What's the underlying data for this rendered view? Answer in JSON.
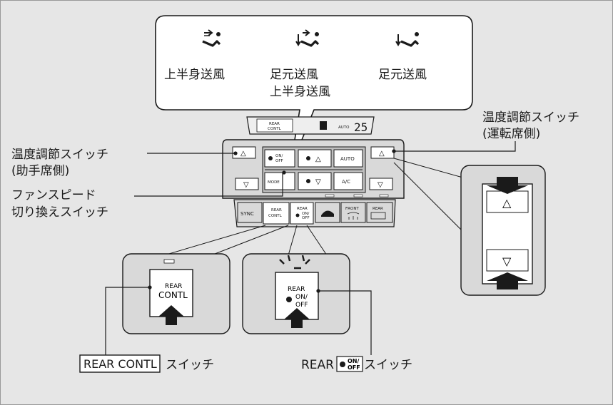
{
  "callouts": {
    "modes": [
      {
        "icon": "face-vent-icon",
        "label": "上半身送風"
      },
      {
        "icon": "bi-level-vent-icon",
        "label_line1": "足元送風",
        "label_line2": "上半身送風"
      },
      {
        "icon": "floor-vent-icon",
        "label": "足元送風"
      }
    ],
    "temp_switch_driver": {
      "line1": "温度調節スイッチ",
      "line2": "(運転席側)"
    },
    "temp_switch_passenger": {
      "line1": "温度調節スイッチ",
      "line2": "(助手席側)"
    },
    "fan_speed_switch": {
      "line1": "ファンスピード",
      "line2": "切り換えスイッチ"
    },
    "rear_contl_switch": {
      "boxed": "REAR CONTL",
      "suffix": "スイッチ"
    },
    "rear_onoff_switch": {
      "prefix": "REAR",
      "icon_on": "ON/",
      "icon_off": "OFF",
      "suffix": "スイッチ"
    }
  },
  "panel": {
    "display": {
      "rear": "REAR",
      "contl": "CONTL",
      "auto": "AUTO",
      "temp": "25"
    },
    "buttons": {
      "on": "ON/",
      "off": "OFF",
      "fan_up": "△",
      "fan_down": "▽",
      "auto": "AUTO",
      "mode": "MODE",
      "ac": "A/C",
      "temp_up": "△",
      "temp_down": "▽"
    },
    "bottom_row": {
      "sync": "SYNC",
      "rear_contl_top": "REAR",
      "rear_contl_bottom": "CONTL",
      "rear_onoff_top": "REAR",
      "rear_onoff_on": "ON/",
      "rear_onoff_off": "OFF",
      "front": "FRONT",
      "rear": "REAR"
    }
  },
  "insets": {
    "rear_contl": {
      "top": "REAR",
      "bottom": "CONTL"
    },
    "rear_onoff": {
      "top": "REAR",
      "on": "ON/",
      "off": "OFF"
    },
    "temp": {
      "up": "△",
      "down": "▽"
    }
  },
  "colors": {
    "frame_bg": "#e6e6e6",
    "panel": "#d9d9d9",
    "button": "#ffffff",
    "text": "#1a1a1a"
  }
}
